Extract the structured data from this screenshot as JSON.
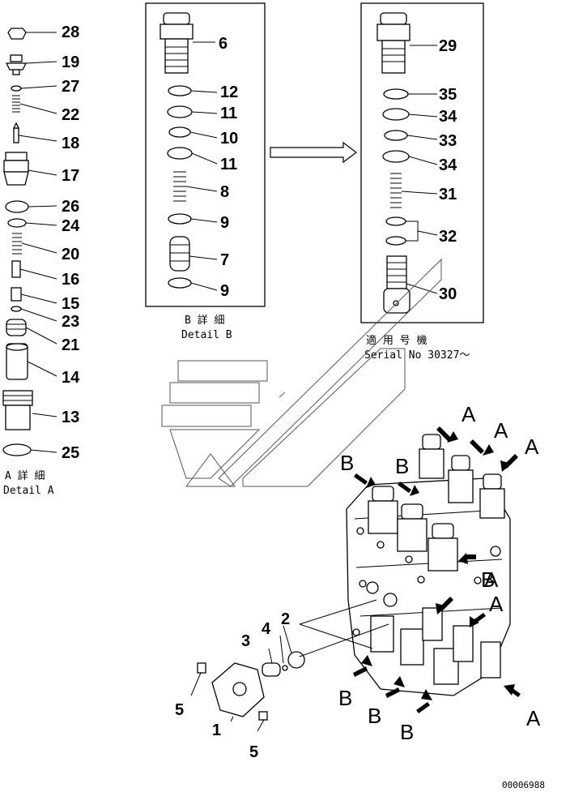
{
  "detail_a": {
    "callouts": [
      "28",
      "19",
      "27",
      "22",
      "18",
      "17",
      "26",
      "24",
      "20",
      "16",
      "15",
      "23",
      "21",
      "14",
      "13",
      "25"
    ],
    "caption_jp": "A 詳 細",
    "caption_en": "Detail A"
  },
  "detail_b": {
    "callouts": [
      "6",
      "12",
      "11",
      "10",
      "11",
      "8",
      "9",
      "7",
      "9"
    ],
    "caption_jp": "B 詳 細",
    "caption_en": "Detail B"
  },
  "detail_serial": {
    "callouts": [
      "29",
      "35",
      "34",
      "33",
      "34",
      "31",
      "32",
      "30"
    ],
    "caption_jp": "適 用 号 機",
    "caption_en": "Serial No 30327～"
  },
  "assembly": {
    "callouts": [
      "2",
      "3",
      "4",
      "5",
      "1",
      "5"
    ],
    "arrow_letters_a": [
      "A",
      "A",
      "A",
      "A",
      "A",
      "A"
    ],
    "arrow_letters_b": [
      "B",
      "B",
      "B",
      "B",
      "B",
      "B"
    ]
  },
  "drawing_number": "00006988"
}
